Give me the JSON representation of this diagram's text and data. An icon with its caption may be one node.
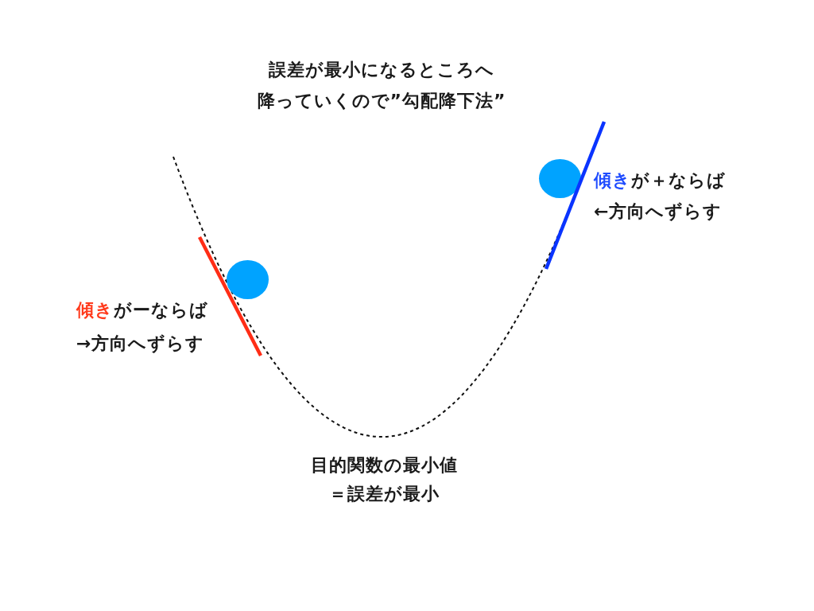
{
  "diagram": {
    "title": "誤差が最小になるところへ降っていくので”勾配降下法”",
    "labels": [
      "**傾き**が＋ならば←方向へずらす",
      "**傾き**がーならば→方向へずらす",
      "目的関数の最小値＝誤差が最小"
    ]
  }
}
